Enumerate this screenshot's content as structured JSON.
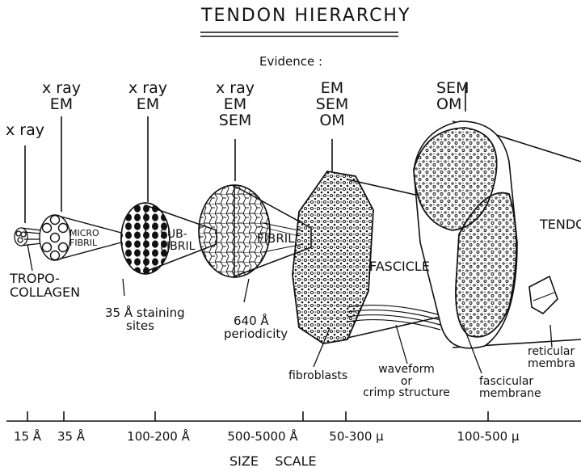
{
  "title": "TENDON HIERARCHY",
  "evidence_heading": "Evidence :",
  "evidence": [
    {
      "line1": "x ray",
      "line2": "",
      "line3": ""
    },
    {
      "line1": "x ray",
      "line2": "EM",
      "line3": ""
    },
    {
      "line1": "x ray",
      "line2": "EM",
      "line3": ""
    },
    {
      "line1": "x ray",
      "line2": "EM",
      "line3": "SEM"
    },
    {
      "line1": "EM",
      "line2": "SEM",
      "line3": "OM"
    },
    {
      "line1": "SEM",
      "line2": "OM",
      "line3": ""
    }
  ],
  "structures": {
    "tropocollagen_1": "TROPO-",
    "tropocollagen_2": "COLLAGEN",
    "microfibril_1": "MICRO",
    "microfibril_2": "FIBRIL",
    "subfibril_1": "SUB-",
    "subfibril_2": "FIBRIL",
    "fibril": "FIBRIL",
    "fascicle": "FASCICLE",
    "tendon": "TENDO"
  },
  "annotations": {
    "staining_1": "35 Å staining",
    "staining_2": "sites",
    "periodicity_1": "640 Å",
    "periodicity_2": "periodicity",
    "fibroblasts": "fibroblasts",
    "waveform_1": "waveform",
    "waveform_2": "or",
    "waveform_3": "crimp  structure",
    "fascicular_1": "fascicular",
    "fascicular_2": "membrane",
    "reticular_1": "reticular",
    "reticular_2": "membra"
  },
  "scale": {
    "ticks": [
      "15 Å",
      "35 Å",
      "100-200 Å",
      "500-5000 Å",
      "50-300 μ",
      "100-500 μ"
    ],
    "label": "SIZE    SCALE"
  }
}
